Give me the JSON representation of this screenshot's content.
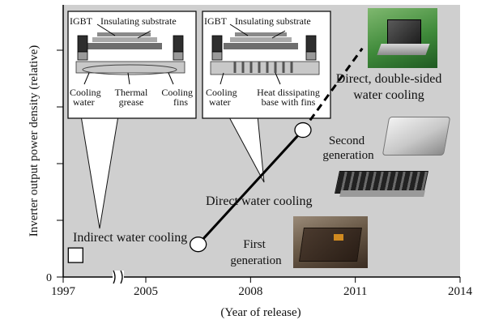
{
  "chart_data": {
    "type": "line",
    "ylabel": "Inverter output power density (relative)",
    "xlabel": "(Year of release)",
    "x_ticks": [
      "1997",
      "2005",
      "2008",
      "2011",
      "2014"
    ],
    "y_ticks": [
      "0"
    ],
    "x_scale": "broken axis between 1997 and 2005",
    "grid": false,
    "series": [
      {
        "kind": "milestones",
        "points": [
          {
            "label": "Indirect water cooling",
            "x": 1998.2,
            "y": 0.08,
            "marker": "square"
          },
          {
            "label": "First generation",
            "x": 2006.5,
            "y": 0.12,
            "marker": "circle"
          },
          {
            "label": "Second generation",
            "x": 2009.5,
            "y": 0.54,
            "marker": "circle"
          }
        ]
      },
      {
        "kind": "trend",
        "solid": [
          [
            2006.5,
            0.12
          ],
          [
            2009.5,
            0.54
          ]
        ],
        "dashed": [
          [
            2009.5,
            0.54
          ],
          [
            2011.2,
            0.84
          ]
        ]
      }
    ],
    "annotations": {
      "direct_water_cooling": "Direct water cooling",
      "double_sided_line1": "Direct, double-sided",
      "double_sided_line2": "water cooling",
      "first_gen_line1": "First",
      "first_gen_line2": "generation",
      "second_gen_line1": "Second",
      "second_gen_line2": "generation",
      "indirect": "Indirect water cooling"
    },
    "inset_indirect": {
      "igbt": "IGBT",
      "insulating_substrate": "Insulating substrate",
      "cooling_water": [
        "Cooling",
        "water"
      ],
      "thermal_grease": [
        "Thermal",
        "grease"
      ],
      "cooling_fins": [
        "Cooling",
        "fins"
      ]
    },
    "inset_direct": {
      "igbt": "IGBT",
      "insulating_substrate": "Insulating substrate",
      "cooling_water": [
        "Cooling",
        "water"
      ],
      "heat_base": [
        "Heat dissipating",
        "base with fins"
      ]
    },
    "colors": {
      "plot_bg": "#cfcfcf",
      "line": "#000000",
      "inset_bg": "#ffffff"
    }
  }
}
